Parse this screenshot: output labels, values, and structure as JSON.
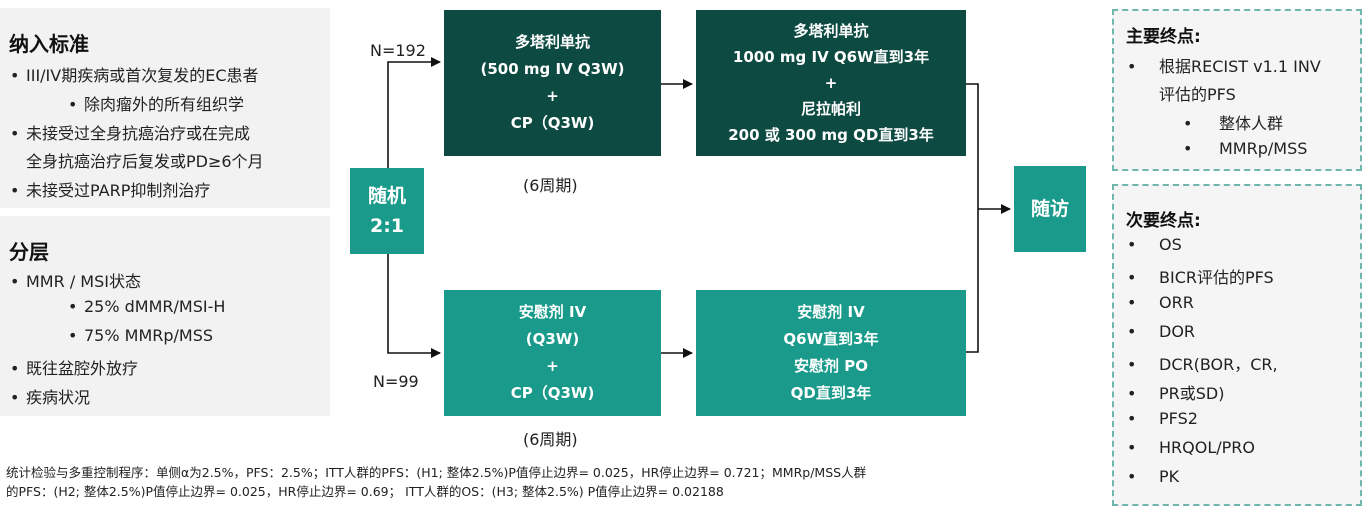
{
  "colors": {
    "dark_green": "#0d4a42",
    "teal": "#1a9a8a",
    "panel_bg": "#f2f2f2",
    "dashed_border": "#6fb7ad"
  },
  "inclusion": {
    "title": "纳入标准",
    "items": [
      {
        "bullet": "•",
        "text": "III/IV期疾病或首次复发的EC患者",
        "indent": 0
      },
      {
        "bullet": "•",
        "text": "除肉瘤外的所有组织学",
        "indent": 1
      },
      {
        "bullet": "•",
        "text": "未接受过全身抗癌治疗或在完成",
        "indent": 0
      },
      {
        "bullet": "",
        "text": "全身抗癌治疗后复发或PD≥6个月",
        "indent": 0
      },
      {
        "bullet": "•",
        "text": "未接受过PARP抑制剂治疗",
        "indent": 0
      }
    ]
  },
  "stratification": {
    "title": "分层",
    "items": [
      {
        "bullet": "•",
        "text": "MMR / MSI状态",
        "indent": 0
      },
      {
        "bullet": "•",
        "text": "25% dMMR/MSI-H",
        "indent": 1
      },
      {
        "bullet": "•",
        "text": "75% MMRp/MSS",
        "indent": 1
      },
      {
        "bullet": "•",
        "text": "既往盆腔外放疗",
        "indent": 0
      },
      {
        "bullet": "•",
        "text": "疾病状况",
        "indent": 0
      }
    ]
  },
  "randomization": {
    "line1": "随机",
    "line2": "2:1"
  },
  "arm_top": {
    "n": "N=192",
    "induction": [
      "多塔利单抗",
      "(500 mg IV Q3W)",
      "+",
      "CP（Q3W)"
    ],
    "cycles": "(6周期)",
    "maintenance": [
      "多塔利单抗",
      "1000 mg IV Q6W直到3年",
      "+",
      "尼拉帕利",
      "200 或 300 mg QD直到3年"
    ]
  },
  "arm_bottom": {
    "n": "N=99",
    "induction": [
      "安慰剂 IV",
      "(Q3W)",
      "+",
      "CP（Q3W)"
    ],
    "cycles": "(6周期)",
    "maintenance": [
      "安慰剂 IV",
      "Q6W直到3年",
      "安慰剂 PO",
      "QD直到3年"
    ]
  },
  "followup": "随访",
  "primary_endpoints": {
    "title": "主要终点:",
    "items": [
      {
        "bullet": "•",
        "text": "根据RECIST v1.1 INV",
        "indent": 0
      },
      {
        "bullet": "",
        "text": "评估的PFS",
        "indent": 0
      },
      {
        "bullet": "•",
        "text": "整体人群",
        "indent": 1
      },
      {
        "bullet": "•",
        "text": "MMRp/MSS",
        "indent": 1
      }
    ]
  },
  "secondary_endpoints": {
    "title": "次要终点:",
    "items": [
      {
        "bullet": "•",
        "text": "OS"
      },
      {
        "bullet": "•",
        "text": "BICR评估的PFS"
      },
      {
        "bullet": "•",
        "text": "ORR"
      },
      {
        "bullet": "•",
        "text": "DOR"
      },
      {
        "bullet": "•",
        "text": "DCR(BOR，CR,"
      },
      {
        "bullet": "•",
        "text": "PR或SD)"
      },
      {
        "bullet": "•",
        "text": "PFS2"
      },
      {
        "bullet": "•",
        "text": "HRQOL/PRO"
      },
      {
        "bullet": "•",
        "text": "PK"
      }
    ]
  },
  "footnote": [
    "统计检验与多重控制程序：单侧α为2.5%，PFS：2.5%；ITT人群的PFS：(H1; 整体2.5%)P值停止边界= 0.025，HR停止边界= 0.721；MMRp/MSS人群",
    "的PFS：(H2; 整体2.5%)P值停止边界= 0.025，HR停止边界= 0.69； ITT人群的OS：(H3; 整体2.5%) P值停止边界= 0.02188"
  ]
}
